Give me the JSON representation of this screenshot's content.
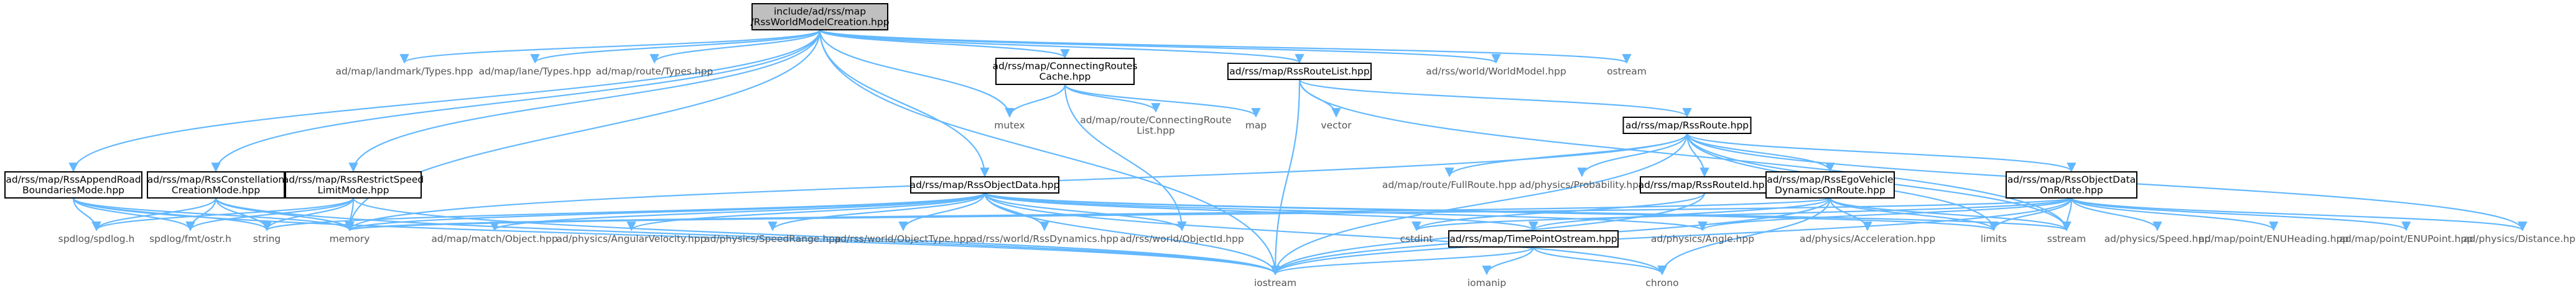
{
  "colors": {
    "edge": "#63b8ff",
    "root_fill": "#bfbfbf",
    "box_stroke": "#000000",
    "plain_text": "#555555"
  },
  "nodes": {
    "root": {
      "lines": [
        "include/ad/rss/map",
        "/RssWorldModelCreation.hpp"
      ]
    },
    "landmark_types": {
      "lines": [
        "ad/map/landmark/Types.hpp"
      ]
    },
    "lane_types": {
      "lines": [
        "ad/map/lane/Types.hpp"
      ]
    },
    "route_types": {
      "lines": [
        "ad/map/route/Types.hpp"
      ]
    },
    "connecting_routes_cache": {
      "lines": [
        "ad/rss/map/ConnectingRoutes",
        "Cache.hpp"
      ]
    },
    "rss_route_list": {
      "lines": [
        "ad/rss/map/RssRouteList.hpp"
      ]
    },
    "world_model": {
      "lines": [
        "ad/rss/world/WorldModel.hpp"
      ]
    },
    "ostream": {
      "lines": [
        "ostream"
      ]
    },
    "mutex": {
      "lines": [
        "mutex"
      ]
    },
    "connecting_route_list": {
      "lines": [
        "ad/map/route/ConnectingRoute",
        "List.hpp"
      ]
    },
    "map": {
      "lines": [
        "map"
      ]
    },
    "vector": {
      "lines": [
        "vector"
      ]
    },
    "rss_route": {
      "lines": [
        "ad/rss/map/RssRoute.hpp"
      ]
    },
    "append_road_boundaries": {
      "lines": [
        "ad/rss/map/RssAppendRoad",
        "BoundariesMode.hpp"
      ]
    },
    "constellation_creation": {
      "lines": [
        "ad/rss/map/RssConstellation",
        "CreationMode.hpp"
      ]
    },
    "restrict_speed_limit": {
      "lines": [
        "ad/rss/map/RssRestrictSpeed",
        "LimitMode.hpp"
      ]
    },
    "rss_object_data": {
      "lines": [
        "ad/rss/map/RssObjectData.hpp"
      ]
    },
    "full_route": {
      "lines": [
        "ad/map/route/FullRoute.hpp"
      ]
    },
    "probability": {
      "lines": [
        "ad/physics/Probability.hpp"
      ]
    },
    "rss_route_id": {
      "lines": [
        "ad/rss/map/RssRouteId.hpp"
      ]
    },
    "ego_vehicle_dynamics": {
      "lines": [
        "ad/rss/map/RssEgoVehicle",
        "DynamicsOnRoute.hpp"
      ]
    },
    "object_data_on_route": {
      "lines": [
        "ad/rss/map/RssObjectData",
        "OnRoute.hpp"
      ]
    },
    "spdlog": {
      "lines": [
        "spdlog/spdlog.h"
      ]
    },
    "spdlog_fmt": {
      "lines": [
        "spdlog/fmt/ostr.h"
      ]
    },
    "string": {
      "lines": [
        "string"
      ]
    },
    "memory": {
      "lines": [
        "memory"
      ]
    },
    "match_object": {
      "lines": [
        "ad/map/match/Object.hpp"
      ]
    },
    "angular_velocity": {
      "lines": [
        "ad/physics/AngularVelocity.hpp"
      ]
    },
    "speed_range": {
      "lines": [
        "ad/physics/SpeedRange.hpp"
      ]
    },
    "object_type": {
      "lines": [
        "ad/rss/world/ObjectType.hpp"
      ]
    },
    "rss_dynamics": {
      "lines": [
        "ad/rss/world/RssDynamics.hpp"
      ]
    },
    "object_id": {
      "lines": [
        "ad/rss/world/ObjectId.hpp"
      ]
    },
    "time_point_ostream": {
      "lines": [
        "ad/rss/map/TimePointOstream.hpp"
      ]
    },
    "cstdint": {
      "lines": [
        "cstdint"
      ]
    },
    "angle": {
      "lines": [
        "ad/physics/Angle.hpp"
      ]
    },
    "acceleration": {
      "lines": [
        "ad/physics/Acceleration.hpp"
      ]
    },
    "limits": {
      "lines": [
        "limits"
      ]
    },
    "sstream": {
      "lines": [
        "sstream"
      ]
    },
    "speed": {
      "lines": [
        "ad/physics/Speed.hpp"
      ]
    },
    "enu_heading": {
      "lines": [
        "ad/map/point/ENUHeading.hpp"
      ]
    },
    "enu_point": {
      "lines": [
        "ad/map/point/ENUPoint.hpp"
      ]
    },
    "distance": {
      "lines": [
        "ad/physics/Distance.hpp"
      ]
    },
    "iostream": {
      "lines": [
        "iostream"
      ]
    },
    "iomanip": {
      "lines": [
        "iomanip"
      ]
    },
    "chrono": {
      "lines": [
        "chrono"
      ]
    }
  }
}
